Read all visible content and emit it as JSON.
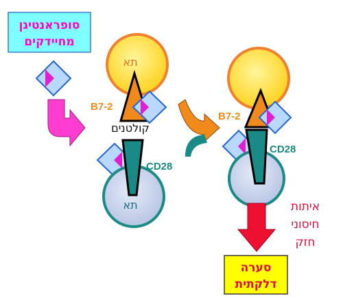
{
  "superantigen_box": {
    "line1": "סופראנטיגן",
    "line2": "מחיידקים"
  },
  "cell_labels": {
    "apc_cell": "תא",
    "t_cell": "תא"
  },
  "labels": {
    "b7_left": "B7-2",
    "b7_right": "B7-2",
    "receptors": "קולטנים",
    "cd28_left": "CD28",
    "cd28_right": "CD28"
  },
  "immune_signal": {
    "line1": "איתות",
    "line2": "חיסוני",
    "line3": "חזק"
  },
  "storm_box": {
    "line1": "סערה",
    "line2": "דלקתית"
  },
  "colors": {
    "cyan_box": "#7fffff",
    "magenta_text": "#ff00cc",
    "yellow_cell": "#ffe040",
    "orange_ring": "#f08030",
    "orange": "#f08a1c",
    "teal": "#1a8a86",
    "light_blue_cell": "#c8d2ea",
    "diamond_fill": "#b8d8ff",
    "diamond_stroke": "#2266cc",
    "magenta": "#e020d0",
    "red_arrow": "#ee1030",
    "yellow_box": "#ffff00",
    "crimson_text": "#d81040"
  }
}
